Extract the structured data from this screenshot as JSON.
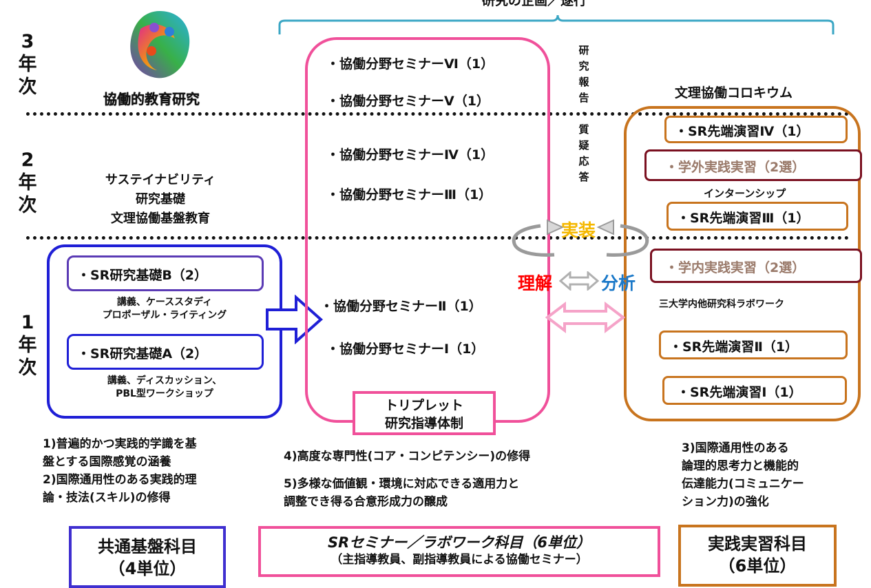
{
  "top_caption": "研究の企画／遂行",
  "years": {
    "y3": [
      "3",
      "年",
      "次"
    ],
    "y2": [
      "2",
      "年",
      "次"
    ],
    "y1": [
      "1",
      "年",
      "次"
    ]
  },
  "logo_label": "協働的教育研究",
  "left_year2_lines": [
    "サステイナビリティ",
    "研究基礎",
    "文理協働基盤教育"
  ],
  "left_box": {
    "item_b": "・SR研究基礎B（2）",
    "desc_b": [
      "講義、ケーススタディ",
      "プロポーザル・ライティング"
    ],
    "item_a": "・SR研究基礎A（2）",
    "desc_a": [
      "講義、ディスカッション、",
      "PBL型ワークショップ"
    ]
  },
  "center_box": {
    "seminars": [
      "・協働分野セミナーⅥ（1）",
      "・協働分野セミナーⅤ（1）",
      "・協働分野セミナーⅣ（1）",
      "・協働分野セミナーⅢ（1）",
      "・協働分野セミナーⅡ（1）",
      "・協働分野セミナーⅠ（1）"
    ],
    "triplet": [
      "トリプレット",
      "研究指導体制"
    ]
  },
  "vertical_text": [
    "研",
    "究",
    "報",
    "告",
    "・",
    "質",
    "疑",
    "応",
    "答"
  ],
  "cycle": {
    "implement": "実装",
    "understand": "理解",
    "analyze": "分析"
  },
  "right": {
    "colloquium": "文理協働コロキウム",
    "sr4": "・SR先端演習Ⅳ（1）",
    "external": "・学外実践実習（2選）",
    "internship": "インターンシップ",
    "sr3": "・SR先端演習Ⅲ（1）",
    "internal": "・学内実践実習（2選）",
    "lab": "三大学内他研究科ラボワーク",
    "sr2": "・SR先端演習Ⅱ（1）",
    "sr1": "・SR先端演習Ⅰ（1）"
  },
  "objectives": {
    "left": [
      "1)普遍的かつ実践的学識を基",
      "盤とする国際感覚の涵養",
      "2)国際通用性のある実践的理",
      "論・技法(スキル)の修得"
    ],
    "center1": "4)高度な専門性(コア・コンピテンシー)の修得",
    "center2": [
      "5)多様な価値観・環境に対応できる適用力と",
      "調整でき得る合意形成力の醸成"
    ],
    "right": [
      "3)国際通用性のある",
      "論理的思考力と機能的",
      "伝達能力(コミュニケー",
      "ション力)の強化"
    ]
  },
  "footer": {
    "common": [
      "共通基盤科目",
      "（4単位）"
    ],
    "seminar": [
      "SRセミナー／ラボワーク科目（6単位）",
      "（主指導教員、副指導教員による協働セミナー）"
    ],
    "practice": [
      "実践実習科目",
      "（6単位）"
    ]
  },
  "colors": {
    "blue": "#1f1fd6",
    "pink": "#f0509a",
    "orange": "#c8741e",
    "maroon": "#7a1020",
    "purple": "#5b3bb5",
    "teal": "#3aa6c4",
    "red": "#ff0000",
    "gold": "#f5b800",
    "cyan_blue": "#1a78c8"
  }
}
